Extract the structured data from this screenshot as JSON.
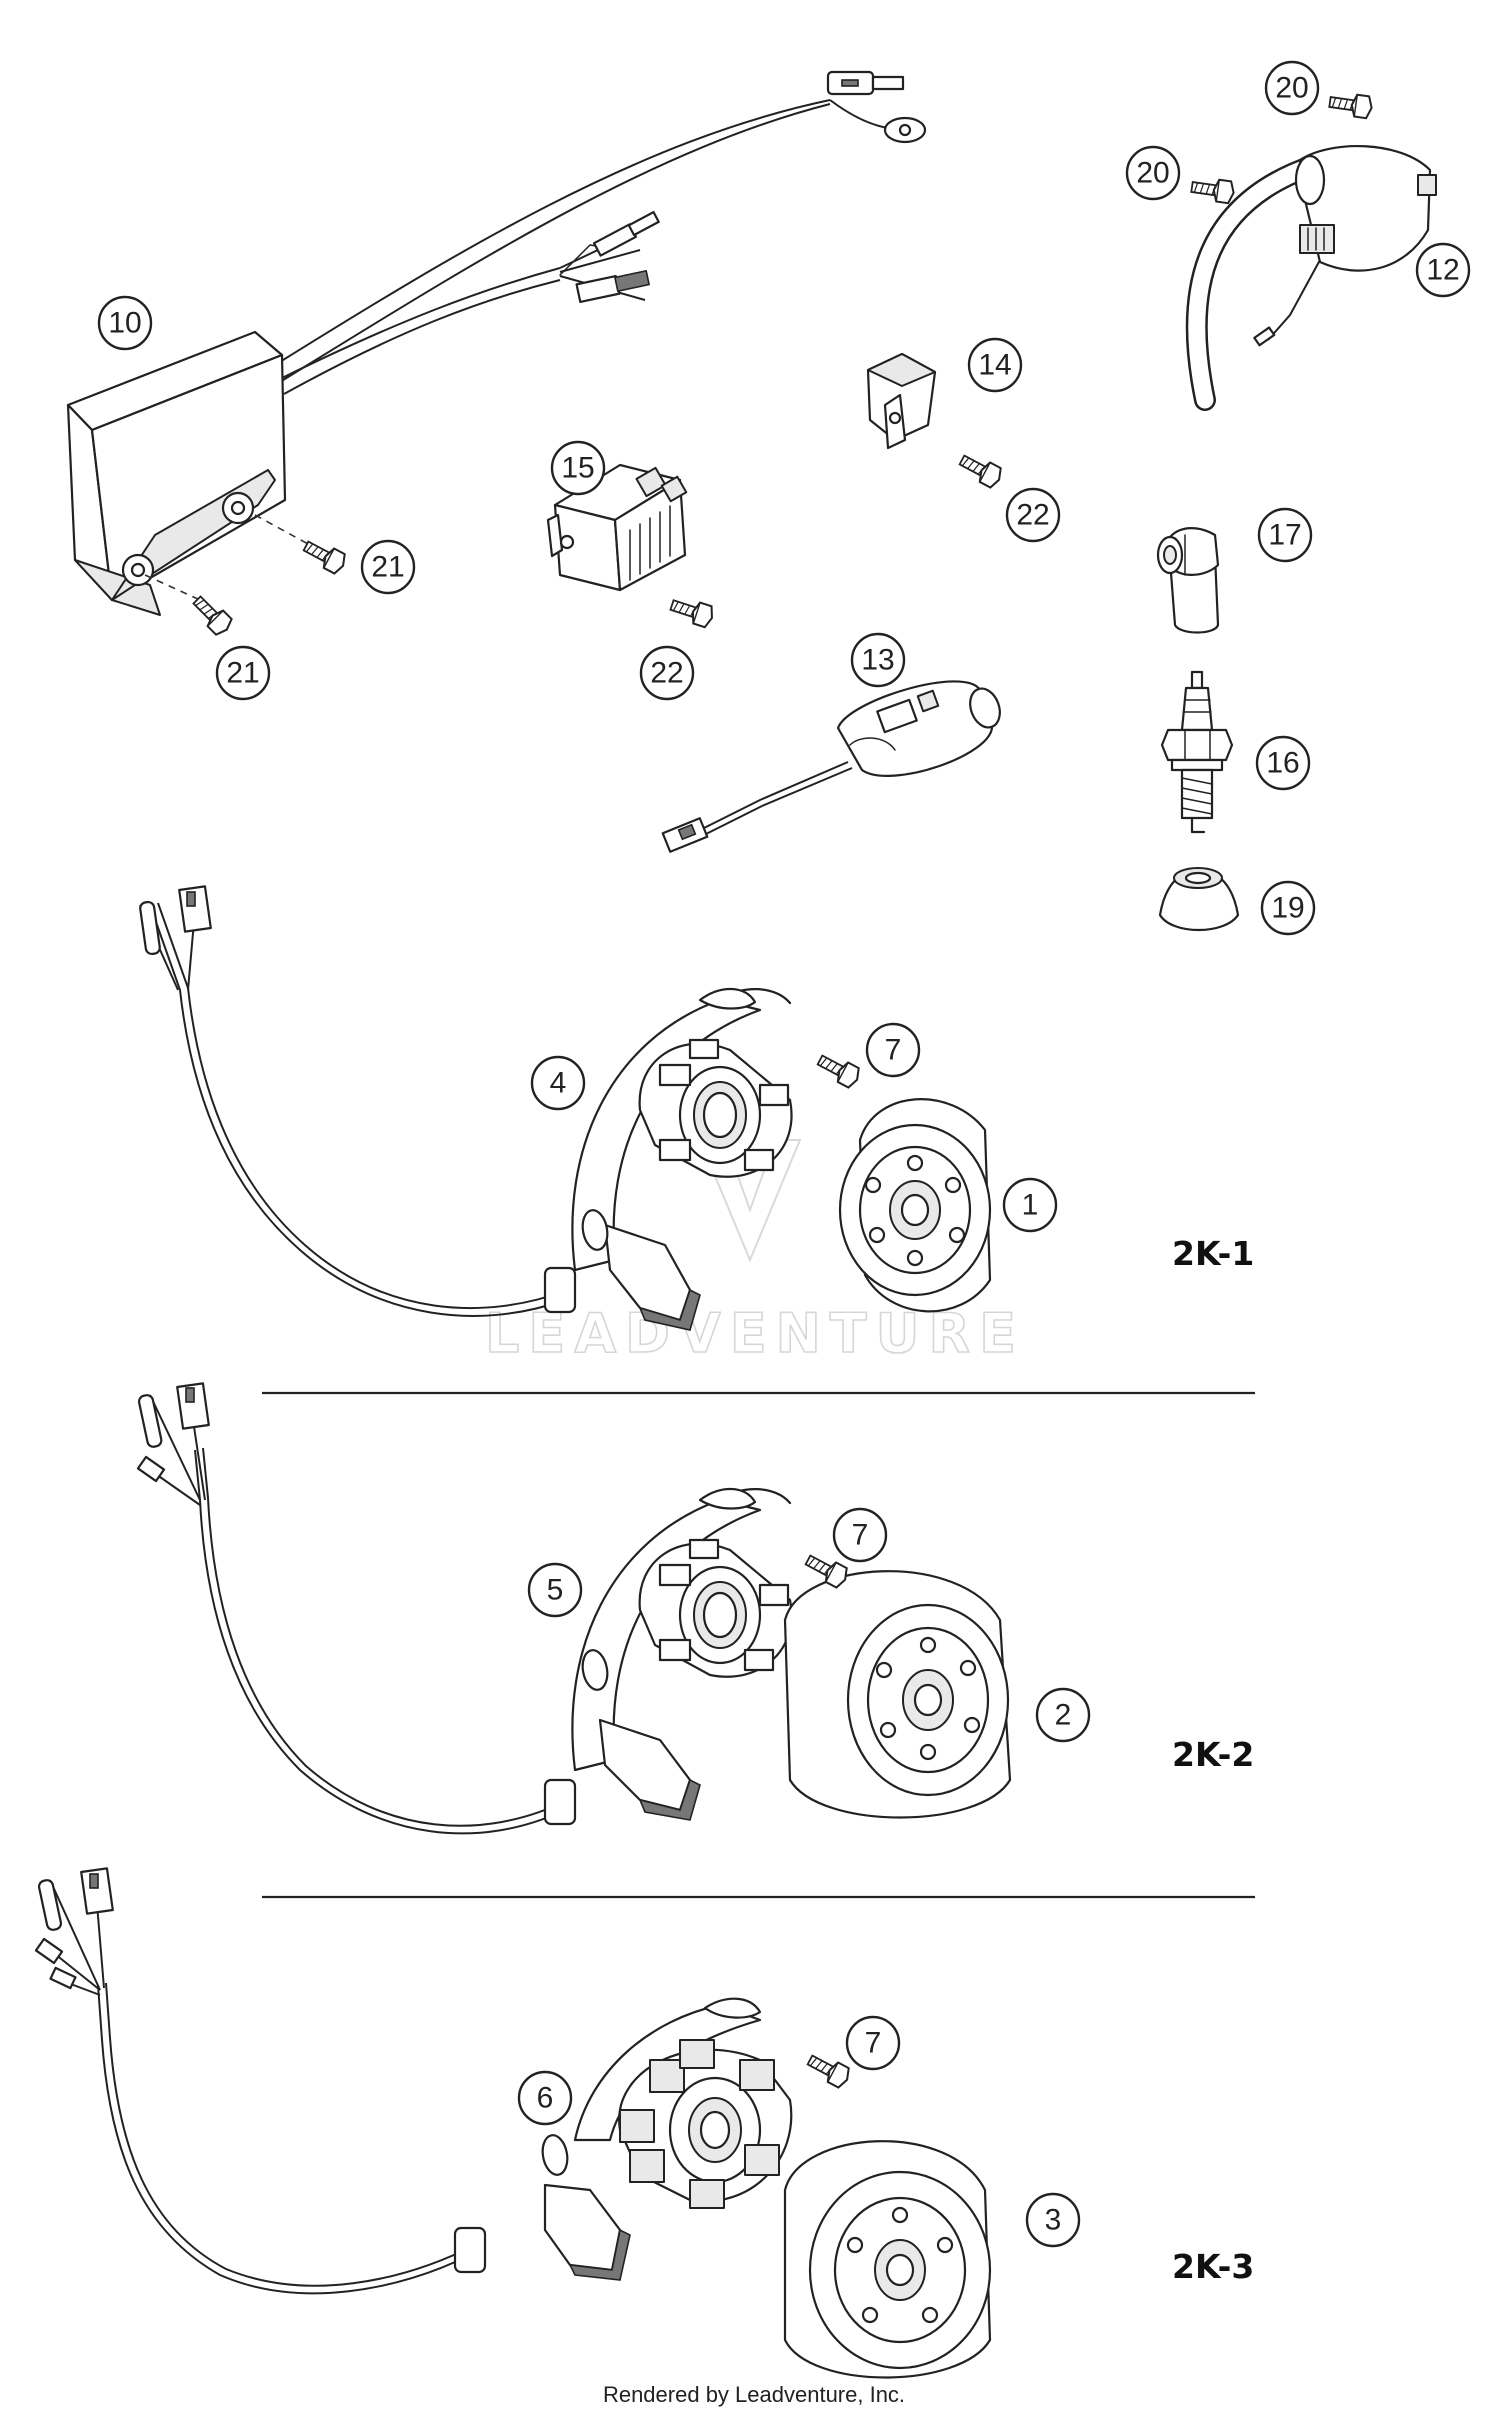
{
  "callouts": {
    "c10": "10",
    "c21a": "21",
    "c21b": "21",
    "c15": "15",
    "c22a": "22",
    "c14": "14",
    "c22b": "22",
    "c20a": "20",
    "c20b": "20",
    "c12": "12",
    "c17": "17",
    "c13": "13",
    "c16": "16",
    "c19": "19",
    "c4": "4",
    "c7a": "7",
    "c1": "1",
    "c5": "5",
    "c7b": "7",
    "c2": "2",
    "c6": "6",
    "c7c": "7",
    "c3": "3"
  },
  "variants": {
    "v1": "2K-1",
    "v2": "2K-2",
    "v3": "2K-3"
  },
  "watermark": "LEADVENTURE",
  "footer": "Rendered by Leadventure, Inc.",
  "colors": {
    "line": "#222222",
    "background": "#ffffff",
    "watermark": "#d6d6d6"
  }
}
